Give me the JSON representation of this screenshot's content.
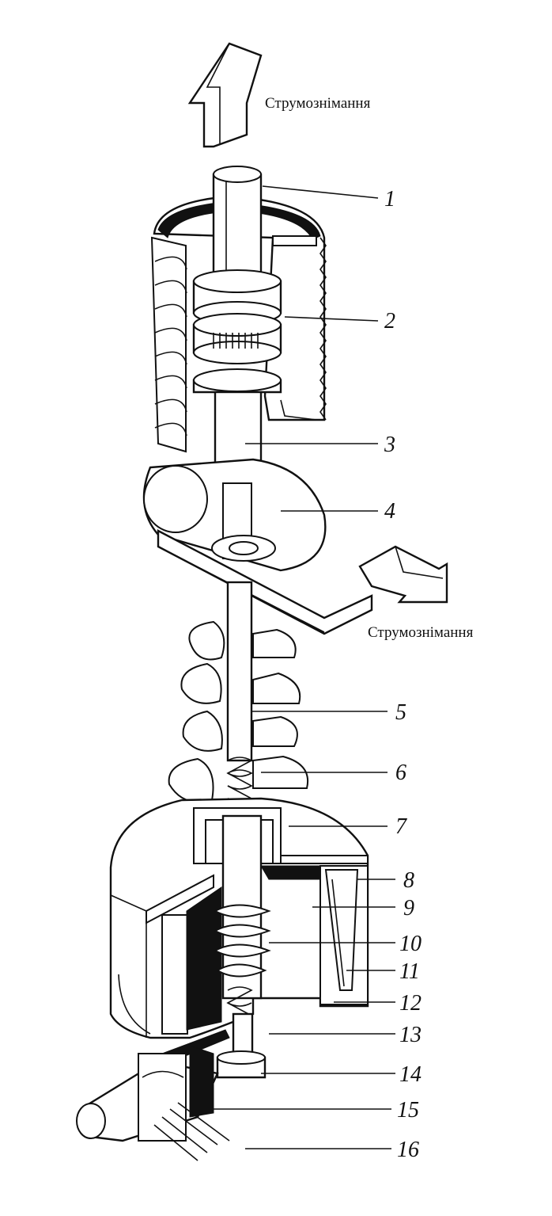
{
  "captions": {
    "top": "Струмознімання",
    "side": "Струмознімання"
  },
  "labels": [
    "1",
    "2",
    "3",
    "4",
    "5",
    "6",
    "7",
    "8",
    "9",
    "10",
    "11",
    "12",
    "13",
    "14",
    "15",
    "16"
  ],
  "colors": {
    "ink": "#111111",
    "paper": "#ffffff"
  },
  "icons": {
    "top_arrow": "arrow-up-icon",
    "side_arrow": "arrow-right-icon"
  }
}
